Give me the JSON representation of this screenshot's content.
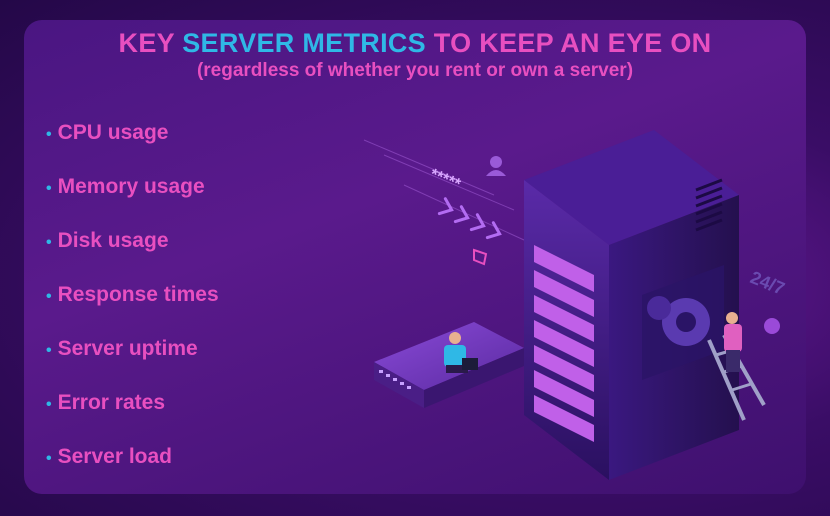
{
  "title": {
    "part1": "KEY ",
    "accent": "SERVER METRICS",
    "part2": " TO KEEP AN EYE ON"
  },
  "subtitle": "(regardless of whether you rent or own a server)",
  "metrics": [
    "CPU usage",
    "Memory usage",
    "Disk usage",
    "Response times",
    "Server uptime",
    "Error rates",
    "Server load"
  ],
  "illustration": {
    "password_glyph": "*****",
    "availability_label": "24/7"
  },
  "colors": {
    "accent_pink": "#e84fc0",
    "accent_cyan": "#2fb8e6",
    "panel": "#4a1682"
  }
}
